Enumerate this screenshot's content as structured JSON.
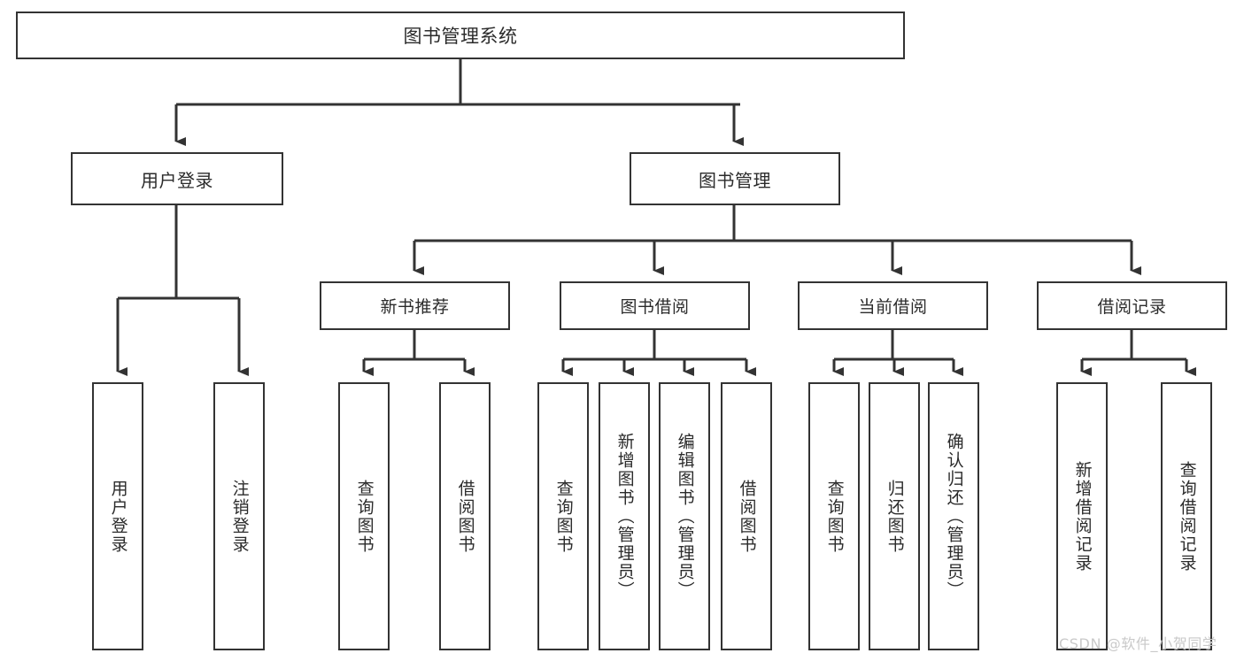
{
  "diagram": {
    "title": "图书管理系统",
    "type": "tree",
    "watermark": "CSDN @软件_小贺同学",
    "colors": {
      "border": "#333333",
      "text": "#2b2b2b",
      "background": "#ffffff",
      "edge": "#333333",
      "watermark": "#c9c9c9"
    },
    "nodes": {
      "root": {
        "label": "图书管理系统"
      },
      "level2": [
        {
          "id": "user-login",
          "label": "用户登录"
        },
        {
          "id": "book-manage",
          "label": "图书管理"
        }
      ],
      "level3": [
        {
          "id": "new-book-rec",
          "label": "新书推荐",
          "parent": "book-manage"
        },
        {
          "id": "book-borrow",
          "label": "图书借阅",
          "parent": "book-manage"
        },
        {
          "id": "current-borrow",
          "label": "当前借阅",
          "parent": "book-manage"
        },
        {
          "id": "borrow-record",
          "label": "借阅记录",
          "parent": "book-manage"
        }
      ],
      "leaves": [
        {
          "id": "leaf-user-login",
          "label": "用户登录",
          "parent": "user-login"
        },
        {
          "id": "leaf-user-logout",
          "label": "注销登录",
          "parent": "user-login"
        },
        {
          "id": "leaf-query-book-1",
          "label": "查询图书",
          "parent": "new-book-rec"
        },
        {
          "id": "leaf-borrow-book-1",
          "label": "借阅图书",
          "parent": "new-book-rec"
        },
        {
          "id": "leaf-query-book-2",
          "label": "查询图书",
          "parent": "book-borrow"
        },
        {
          "id": "leaf-add-book",
          "label": "新增图书（管理员）",
          "parent": "book-borrow"
        },
        {
          "id": "leaf-edit-book",
          "label": "编辑图书（管理员）",
          "parent": "book-borrow"
        },
        {
          "id": "leaf-borrow-book-2",
          "label": "借阅图书",
          "parent": "book-borrow"
        },
        {
          "id": "leaf-query-book-3",
          "label": "查询图书",
          "parent": "current-borrow"
        },
        {
          "id": "leaf-return-book",
          "label": "归还图书",
          "parent": "current-borrow"
        },
        {
          "id": "leaf-confirm-return",
          "label": "确认归还（管理员）",
          "parent": "current-borrow"
        },
        {
          "id": "leaf-add-record",
          "label": "新增借阅记录",
          "parent": "borrow-record"
        },
        {
          "id": "leaf-query-record",
          "label": "查询借阅记录",
          "parent": "borrow-record"
        }
      ]
    }
  }
}
